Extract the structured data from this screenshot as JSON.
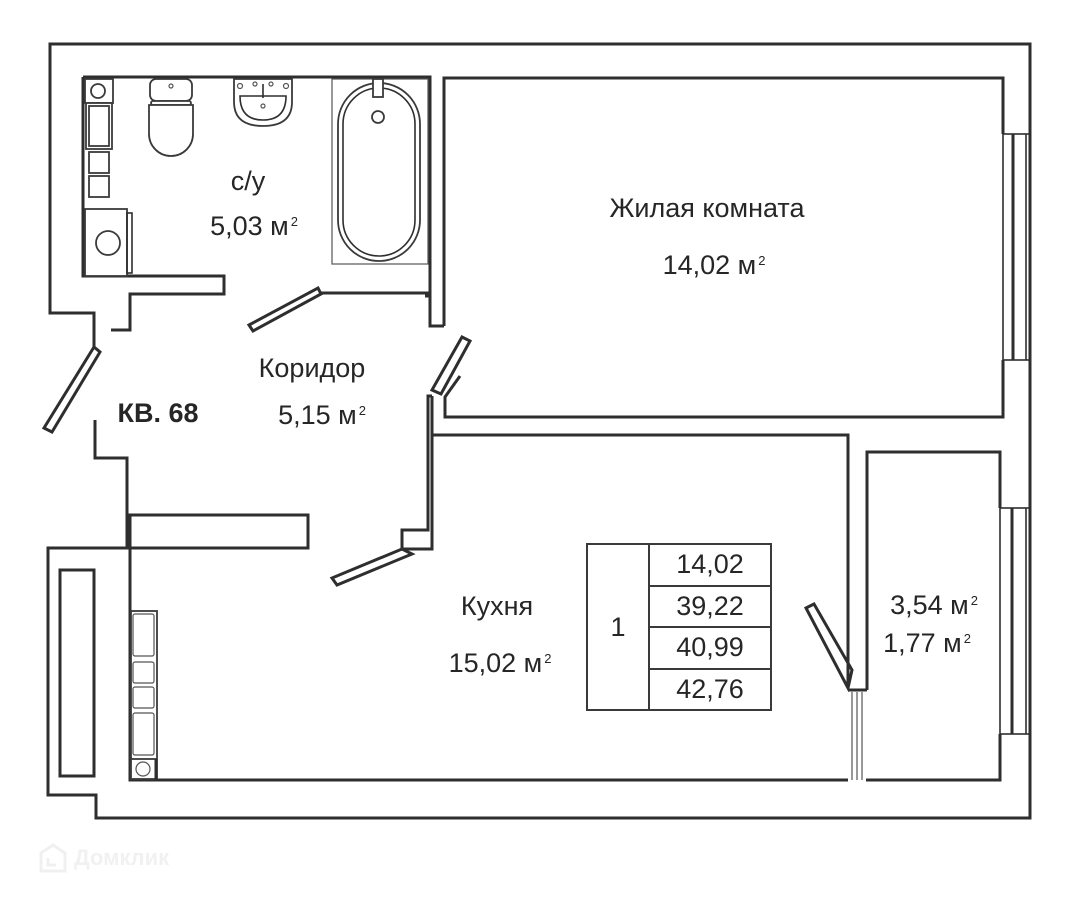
{
  "plan": {
    "apartment_label": "КВ. 68",
    "rooms": [
      {
        "id": "bathroom",
        "name": "с/у",
        "area": "5,03 м",
        "unit_sup": "2"
      },
      {
        "id": "living_room",
        "name": "Жилая комната",
        "area": "14,02 м",
        "unit_sup": "2"
      },
      {
        "id": "corridor",
        "name": "Коридор",
        "area": "5,15 м",
        "unit_sup": "2"
      },
      {
        "id": "kitchen",
        "name": "Кухня",
        "area": "15,02 м",
        "unit_sup": "2"
      },
      {
        "id": "balcony",
        "area_full": "3,54 м",
        "area_reduced": "1,77 м",
        "unit_sup": "2"
      }
    ],
    "summary_table": {
      "room_count": "1",
      "values": [
        "14,02",
        "39,22",
        "40,99",
        "42,76"
      ]
    },
    "fixtures": [
      "toilet-icon",
      "sink-icon",
      "bathtub-icon",
      "washing-machine-icon",
      "riser-icon",
      "kitchen-counter-icon",
      "radiator-icon"
    ],
    "colors": {
      "wall": "#2e2e2e",
      "text": "#262626",
      "background": "#ffffff"
    }
  },
  "watermark": {
    "text": "Домклик"
  }
}
